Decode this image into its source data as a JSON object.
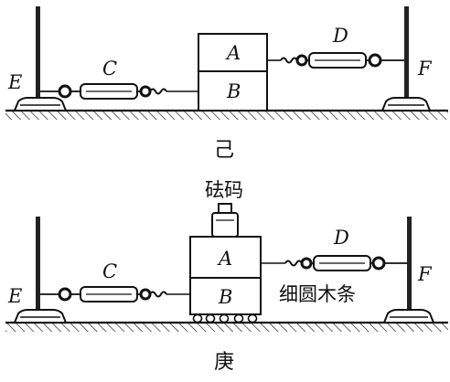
{
  "figure_top": {
    "caption": "己",
    "labels": {
      "A": "A",
      "B": "B",
      "C": "C",
      "D": "D",
      "E": "E",
      "F": "F"
    }
  },
  "figure_bottom": {
    "caption": "庚",
    "weight_label": "砝码",
    "rods_label": "细圆木条",
    "labels": {
      "A": "A",
      "B": "B",
      "C": "C",
      "D": "D",
      "E": "E",
      "F": "F"
    }
  }
}
